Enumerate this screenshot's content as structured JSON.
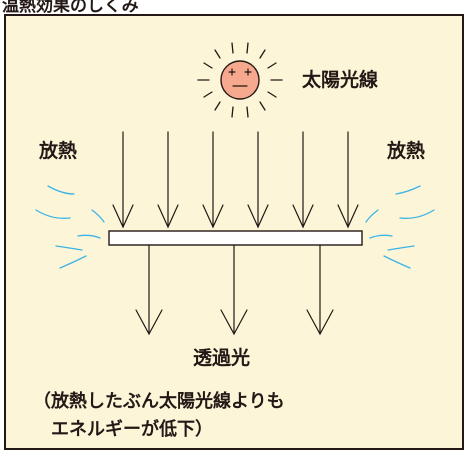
{
  "header": {
    "title": "温熱効果のしくみ"
  },
  "labels": {
    "sunlight": "太陽光線",
    "heat_left": "放熱",
    "heat_right": "放熱",
    "transmitted": "透過光",
    "note_line1": "（放熱したぶん太陽光線よりも",
    "note_line2": "エネルギーが低下）"
  },
  "colors": {
    "background": "#fdf5d8",
    "sun_face": "#f6a98e",
    "heat_waves": "#3bb4e5",
    "lines": "#231815"
  }
}
